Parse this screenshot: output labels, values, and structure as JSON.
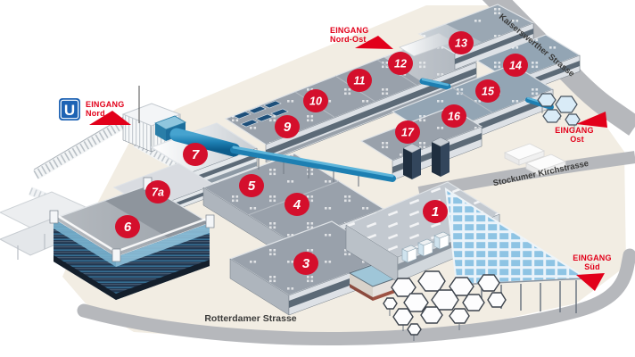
{
  "halls": [
    {
      "label": "1"
    },
    {
      "label": "3"
    },
    {
      "label": "4"
    },
    {
      "label": "5"
    },
    {
      "label": "6"
    },
    {
      "label": "7"
    },
    {
      "label": "7a"
    },
    {
      "label": "9"
    },
    {
      "label": "10"
    },
    {
      "label": "11"
    },
    {
      "label": "12"
    },
    {
      "label": "13"
    },
    {
      "label": "14"
    },
    {
      "label": "15"
    },
    {
      "label": "16"
    },
    {
      "label": "17"
    }
  ],
  "entrances": {
    "nord": {
      "line1": "EINGANG",
      "line2": "Nord"
    },
    "nordost": {
      "line1": "EINGANG",
      "line2": "Nord-Ost"
    },
    "ost": {
      "line1": "EINGANG",
      "line2": "Ost"
    },
    "sued": {
      "line1": "EINGANG",
      "line2": "Süd"
    }
  },
  "streets": {
    "kaiserswerther": "Kaiserswerther Strasse",
    "stockumer": "Stockumer Kirchstrasse",
    "rotterdamer": "Rotterdamer Strasse"
  },
  "transit": {
    "u_bahn_label": "U"
  },
  "colors": {
    "badge_red": "#d40f2c",
    "label_red": "#e2001a",
    "u_bahn_blue": "#1e63b4",
    "corridor_blue": "#1d7fb2",
    "glass_blue": "#8ec4e4",
    "roof_gray": "#99a1ab",
    "ground_beige": "#f2ede3",
    "road_gray": "#b6b8bc"
  }
}
